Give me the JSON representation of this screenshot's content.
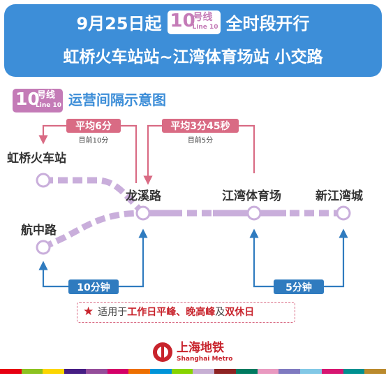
{
  "banner": {
    "line1_prefix": "9月25日起",
    "line1_suffix": "全时段开行",
    "line2": "虹桥火车站站~江湾体育场站  小交路"
  },
  "line_badge": {
    "number": "10",
    "hao": "号线",
    "english": "Line 10"
  },
  "diagram_title": "运营间隔示意图",
  "stations": {
    "hongqiao": "虹桥火车站",
    "hangzhong": "航中路",
    "longxi": "龙溪路",
    "jiangwan": "江湾体育场",
    "xinjiangwan": "新江湾城"
  },
  "intervals": {
    "pink_left_avg": "平均6分",
    "pink_left_current": "目前10分",
    "pink_right_avg": "平均3分45秒",
    "pink_right_current": "目前5分",
    "blue_left": "10分钟",
    "blue_right": "5分钟"
  },
  "legend": {
    "star": "★",
    "prefix": "适用于",
    "part1": "工作日平峰",
    "sep": "、",
    "part2": "晚高峰",
    "mid": "及",
    "part3": "双休日"
  },
  "logo": {
    "cn": "上海地铁",
    "en": "Shanghai Metro"
  },
  "colors": {
    "banner_blue": "#3d8ed8",
    "line10_lilac": "#c9aedb",
    "line10_purple": "#c47bb7",
    "pink_arrow": "#d96b84",
    "blue_arrow": "#2f7bbf",
    "metro_red": "#c8232c"
  },
  "stripe_colors": [
    "#e70012",
    "#8cc220",
    "#fcd600",
    "#461d84",
    "#944d9a",
    "#d40068",
    "#ed6f00",
    "#0094d8",
    "#87d300",
    "#c7afd3",
    "#8e2323",
    "#007a60",
    "#e999c0",
    "#7f7ac0",
    "#82c8e6",
    "#d71671",
    "#009090",
    "#ba8a2d"
  ]
}
